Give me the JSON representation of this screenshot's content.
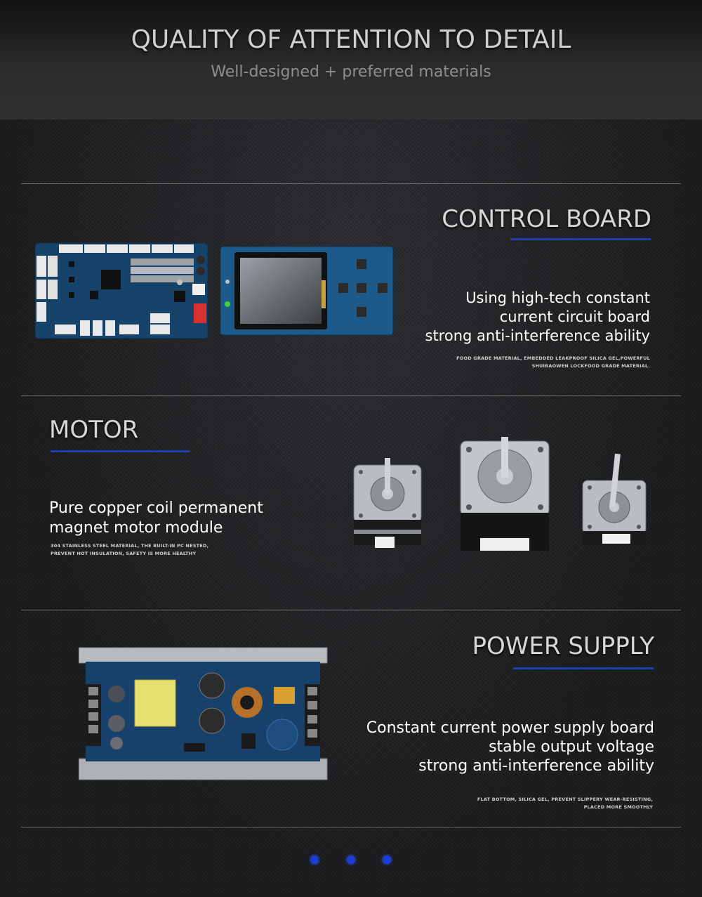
{
  "header": {
    "title": "QUALITY OF ATTENTION TO DETAIL",
    "subtitle": "Well-designed + preferred materials"
  },
  "sections": [
    {
      "title": "CONTROL BOARD",
      "desc": [
        "Using high-tech constant",
        "current circuit board",
        "strong anti-interference ability"
      ],
      "fine": [
        "FOOD GRADE MATERIAL, EMBEDDED LEAKPROOF SILICA GEL,POWERFUL",
        "SHUIBAOWEN LOCKFOOD GRADE MATERIAL."
      ]
    },
    {
      "title": "MOTOR",
      "desc": [
        "Pure copper coil permanent",
        "magnet motor module"
      ],
      "fine": [
        "304 STAINLESS STEEL MATERIAL, THE BUILT-IN PC NESTED,",
        "PREVENT HOT INSULATION, SAFETY IS MORE HEALTHY"
      ]
    },
    {
      "title": "POWER SUPPLY",
      "desc": [
        "Constant current power supply board",
        "stable output voltage",
        "strong anti-interference ability"
      ],
      "fine": [
        "FLAT BOTTOM, SILICA GEL, PREVENT SLIPPERY WEAR-RESISTING,",
        "PLACED MORE SMOOTHLY"
      ]
    }
  ],
  "colors": {
    "accent_blue": "#1f3fb0",
    "dot_blue": "#1a3fd6",
    "board_blue": "#1d4f7a"
  }
}
